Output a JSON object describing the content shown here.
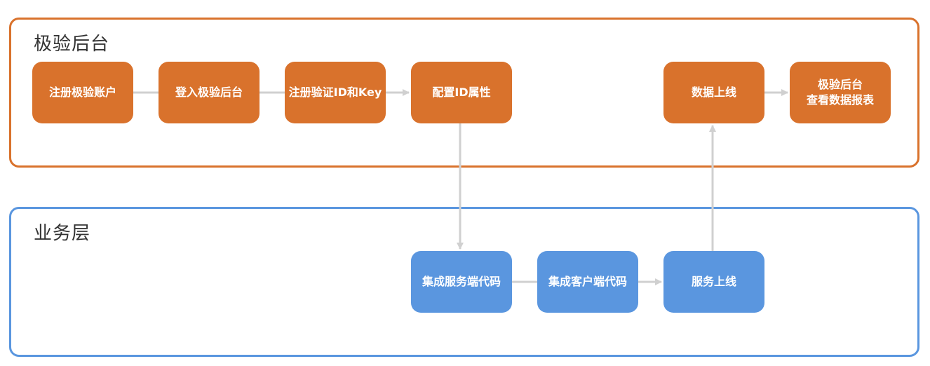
{
  "lanes": {
    "backend": {
      "title": "极验后台"
    },
    "business": {
      "title": "业务层"
    }
  },
  "nodes": {
    "register_account": "注册极验账户",
    "login_backend": "登入极验后台",
    "register_id_key": "注册验证ID和Key",
    "config_id": "配置ID属性",
    "data_online": "数据上线",
    "view_report": "极验后台\n查看数据报表",
    "server_code": "集成服务端代码",
    "client_code": "集成客户端代码",
    "service_online": "服务上线"
  },
  "colors": {
    "backend": "#d9722c",
    "business": "#5a96df",
    "connector": "#d0d0d0"
  }
}
